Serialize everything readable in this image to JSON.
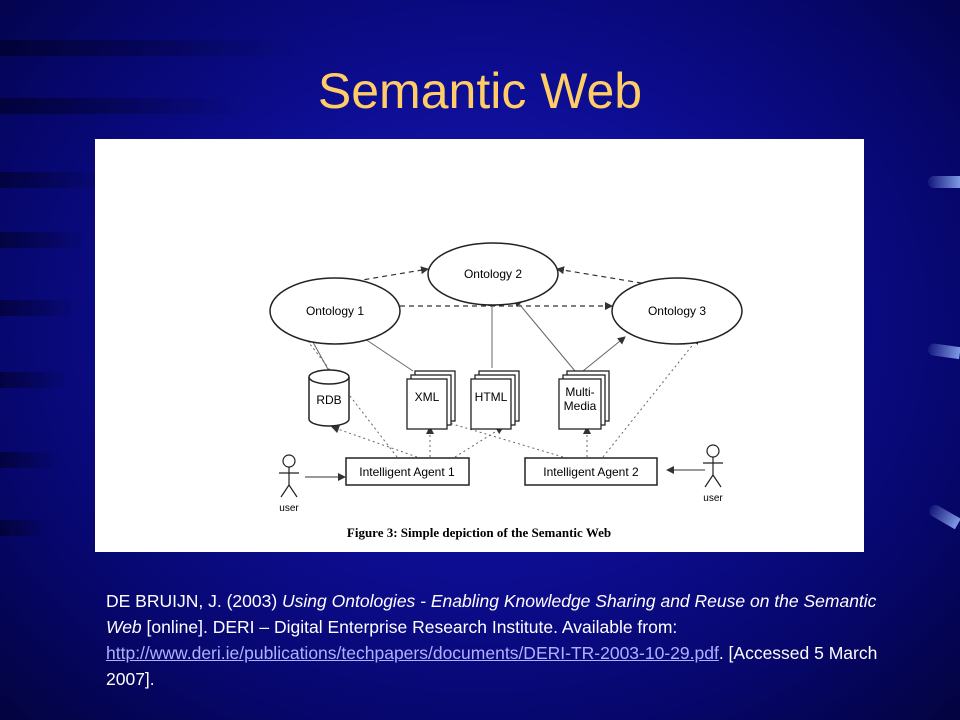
{
  "slide": {
    "title": "Semantic Web",
    "colors": {
      "background": "#0e0e96",
      "title": "#ffcc66",
      "text": "#ffffff",
      "link": "#b0b0ff"
    }
  },
  "figure": {
    "caption": "Figure 3: Simple depiction of the Semantic Web",
    "nodes": {
      "ontology1": "Ontology 1",
      "ontology2": "Ontology 2",
      "ontology3": "Ontology 3",
      "rdb": "RDB",
      "xml": "XML",
      "html": "HTML",
      "multimedia_line1": "Multi-",
      "multimedia_line2": "Media",
      "agent1": "Intelligent Agent 1",
      "agent2": "Intelligent Agent 2",
      "user_left": "user",
      "user_right": "user"
    }
  },
  "citation": {
    "author_year": "DE BRUIJN, J. (2003) ",
    "title_italic": "Using Ontologies - Enabling Knowledge Sharing and Reuse on the Semantic Web",
    "after_title": " [online]. DERI – Digital Enterprise Research Institute. Available from: ",
    "url": "http://www.deri.ie/publications/techpapers/documents/DERI-TR-2003-10-29.pdf",
    "accessed": ". [Accessed 5 March 2007]."
  }
}
